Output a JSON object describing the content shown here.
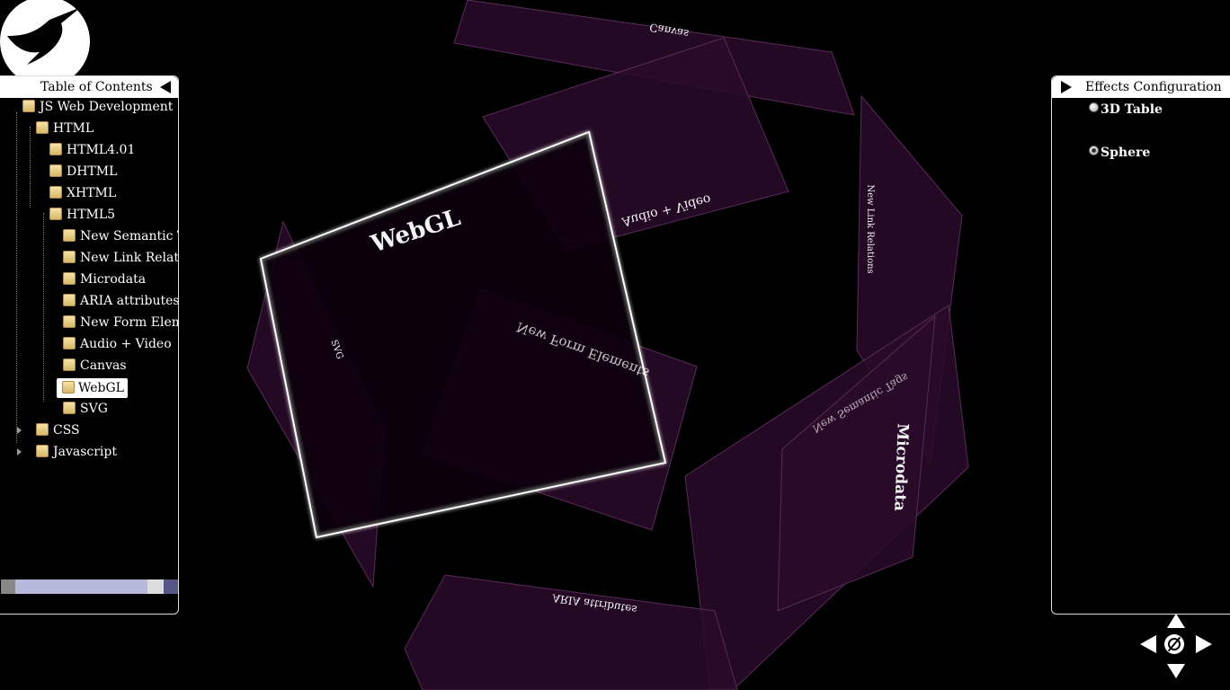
{
  "toc": {
    "title": "Table of Contents",
    "items": [
      {
        "label": "JS Web Development"
      },
      {
        "label": "HTML"
      },
      {
        "label": "HTML4.01"
      },
      {
        "label": "DHTML"
      },
      {
        "label": "XHTML"
      },
      {
        "label": "HTML5"
      },
      {
        "label": "New Semantic T"
      },
      {
        "label": "New Link Relatio"
      },
      {
        "label": "Microdata"
      },
      {
        "label": "ARIA attributes"
      },
      {
        "label": "New Form Elem"
      },
      {
        "label": "Audio + Video"
      },
      {
        "label": "Canvas"
      },
      {
        "label": "WebGL"
      },
      {
        "label": "SVG"
      },
      {
        "label": "CSS"
      },
      {
        "label": "Javascript"
      }
    ],
    "selected": "WebGL"
  },
  "effects": {
    "title": "Effects Configuration",
    "options": [
      {
        "label": "3D Table",
        "checked": false
      },
      {
        "label": "Sphere",
        "checked": true
      }
    ]
  },
  "scene": {
    "cards": {
      "webgl": "WebGL",
      "new_form": "New Form Elements",
      "audio_video": "Audio + Video",
      "canvas": "Canvas",
      "link_rel": "New Link Relations",
      "microdata": "Microdata",
      "semantic": "New Semantic Tags",
      "aria": "ARIA attributes",
      "svg": "SVG"
    },
    "card_color": "#2a0a2a",
    "card_border": "#6a2a6a"
  },
  "nav": {
    "up": "up-arrow-icon",
    "down": "down-arrow-icon",
    "left": "left-arrow-icon",
    "right": "right-arrow-icon",
    "reset": "reset-icon"
  }
}
